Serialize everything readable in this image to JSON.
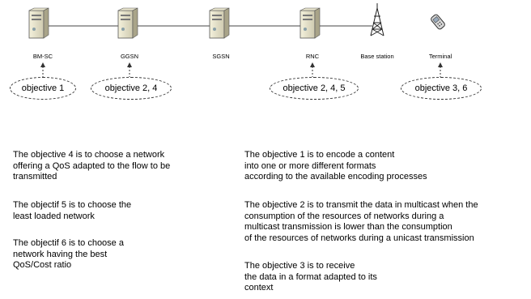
{
  "nodes": {
    "bmsc": "BM-SC",
    "ggsn": "GGSN",
    "sgsn": "SGSN",
    "rnc": "RNC",
    "base_station": "Base station",
    "terminal": "Terminal"
  },
  "objectives": {
    "bmsc": "objective 1",
    "ggsn": "objective 2, 4",
    "rnc": "objective 2, 4, 5",
    "terminal": "objective 3, 6"
  },
  "descriptions": {
    "obj4": "The objective 4 is to choose a network\noffering a QoS adapted to the flow to be\ntransmitted",
    "obj5": "The objectif 5 is to choose the\nleast loaded network",
    "obj6": "The objectif 6 is to choose a\nnetwork having the best\nQoS/Cost ratio",
    "obj1": "The objective 1 is to encode a content\ninto one or more different formats\naccording to the available encoding processes",
    "obj2": "The objective 2 is to transmit the data in multicast when the\nconsumption of the resources of networks during a\nmulticast transmission is lower than the consumption\nof the resources of networks during a unicast transmission",
    "obj3": "The objective 3 is to receive\nthe data in a format adapted to its\ncontext"
  }
}
